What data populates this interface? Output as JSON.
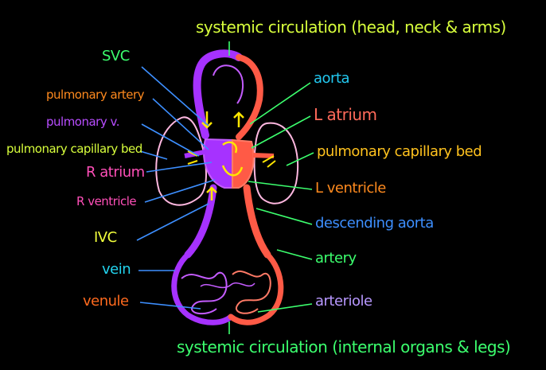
{
  "colors": {
    "background": "#000000",
    "deoxygenated": "#a632ff",
    "oxygenated": "#ff5a46",
    "lung_outline": "#ffb8e0",
    "capillary_purple": "#c45cff",
    "flow_arrow": "#ffe600"
  },
  "labels": {
    "top_title": "systemic circulation (head, neck & arms)",
    "bottom_title": "systemic circulation (internal organs & legs)",
    "svc": "SVC",
    "pulmonary_artery": "pulmonary artery",
    "pulmonary_vein": "pulmonary v.",
    "pulmonary_capillary_bed_left": "pulmonary capillary bed",
    "r_atrium": "R atrium",
    "r_ventricle": "R ventricle",
    "ivc": "IVC",
    "vein": "vein",
    "venule": "venule",
    "aorta": "aorta",
    "l_atrium": "L atrium",
    "pulmonary_capillary_bed_right": "pulmonary capillary bed",
    "l_ventricle": "L ventricle",
    "descending_aorta": "descending aorta",
    "artery": "artery",
    "arteriole": "arteriole"
  },
  "label_colors": {
    "top_title": "#d8ff3c",
    "bottom_title": "#3cff6e",
    "svc": "#3cff6e",
    "pulmonary_artery": "#ff8a1e",
    "pulmonary_vein": "#b84dff",
    "pulmonary_capillary_bed_left": "#d8ff3c",
    "r_atrium": "#ff4fb8",
    "r_ventricle": "#ff4fb8",
    "ivc": "#f2ff3c",
    "vein": "#22d3ee",
    "venule": "#ff6a1e",
    "aorta": "#22c8f0",
    "l_atrium": "#ff6a5a",
    "pulmonary_capillary_bed_right": "#ffc21e",
    "l_ventricle": "#ff8a1e",
    "descending_aorta": "#3d8fff",
    "artery": "#3cff6e",
    "arteriole": "#b898ff"
  }
}
